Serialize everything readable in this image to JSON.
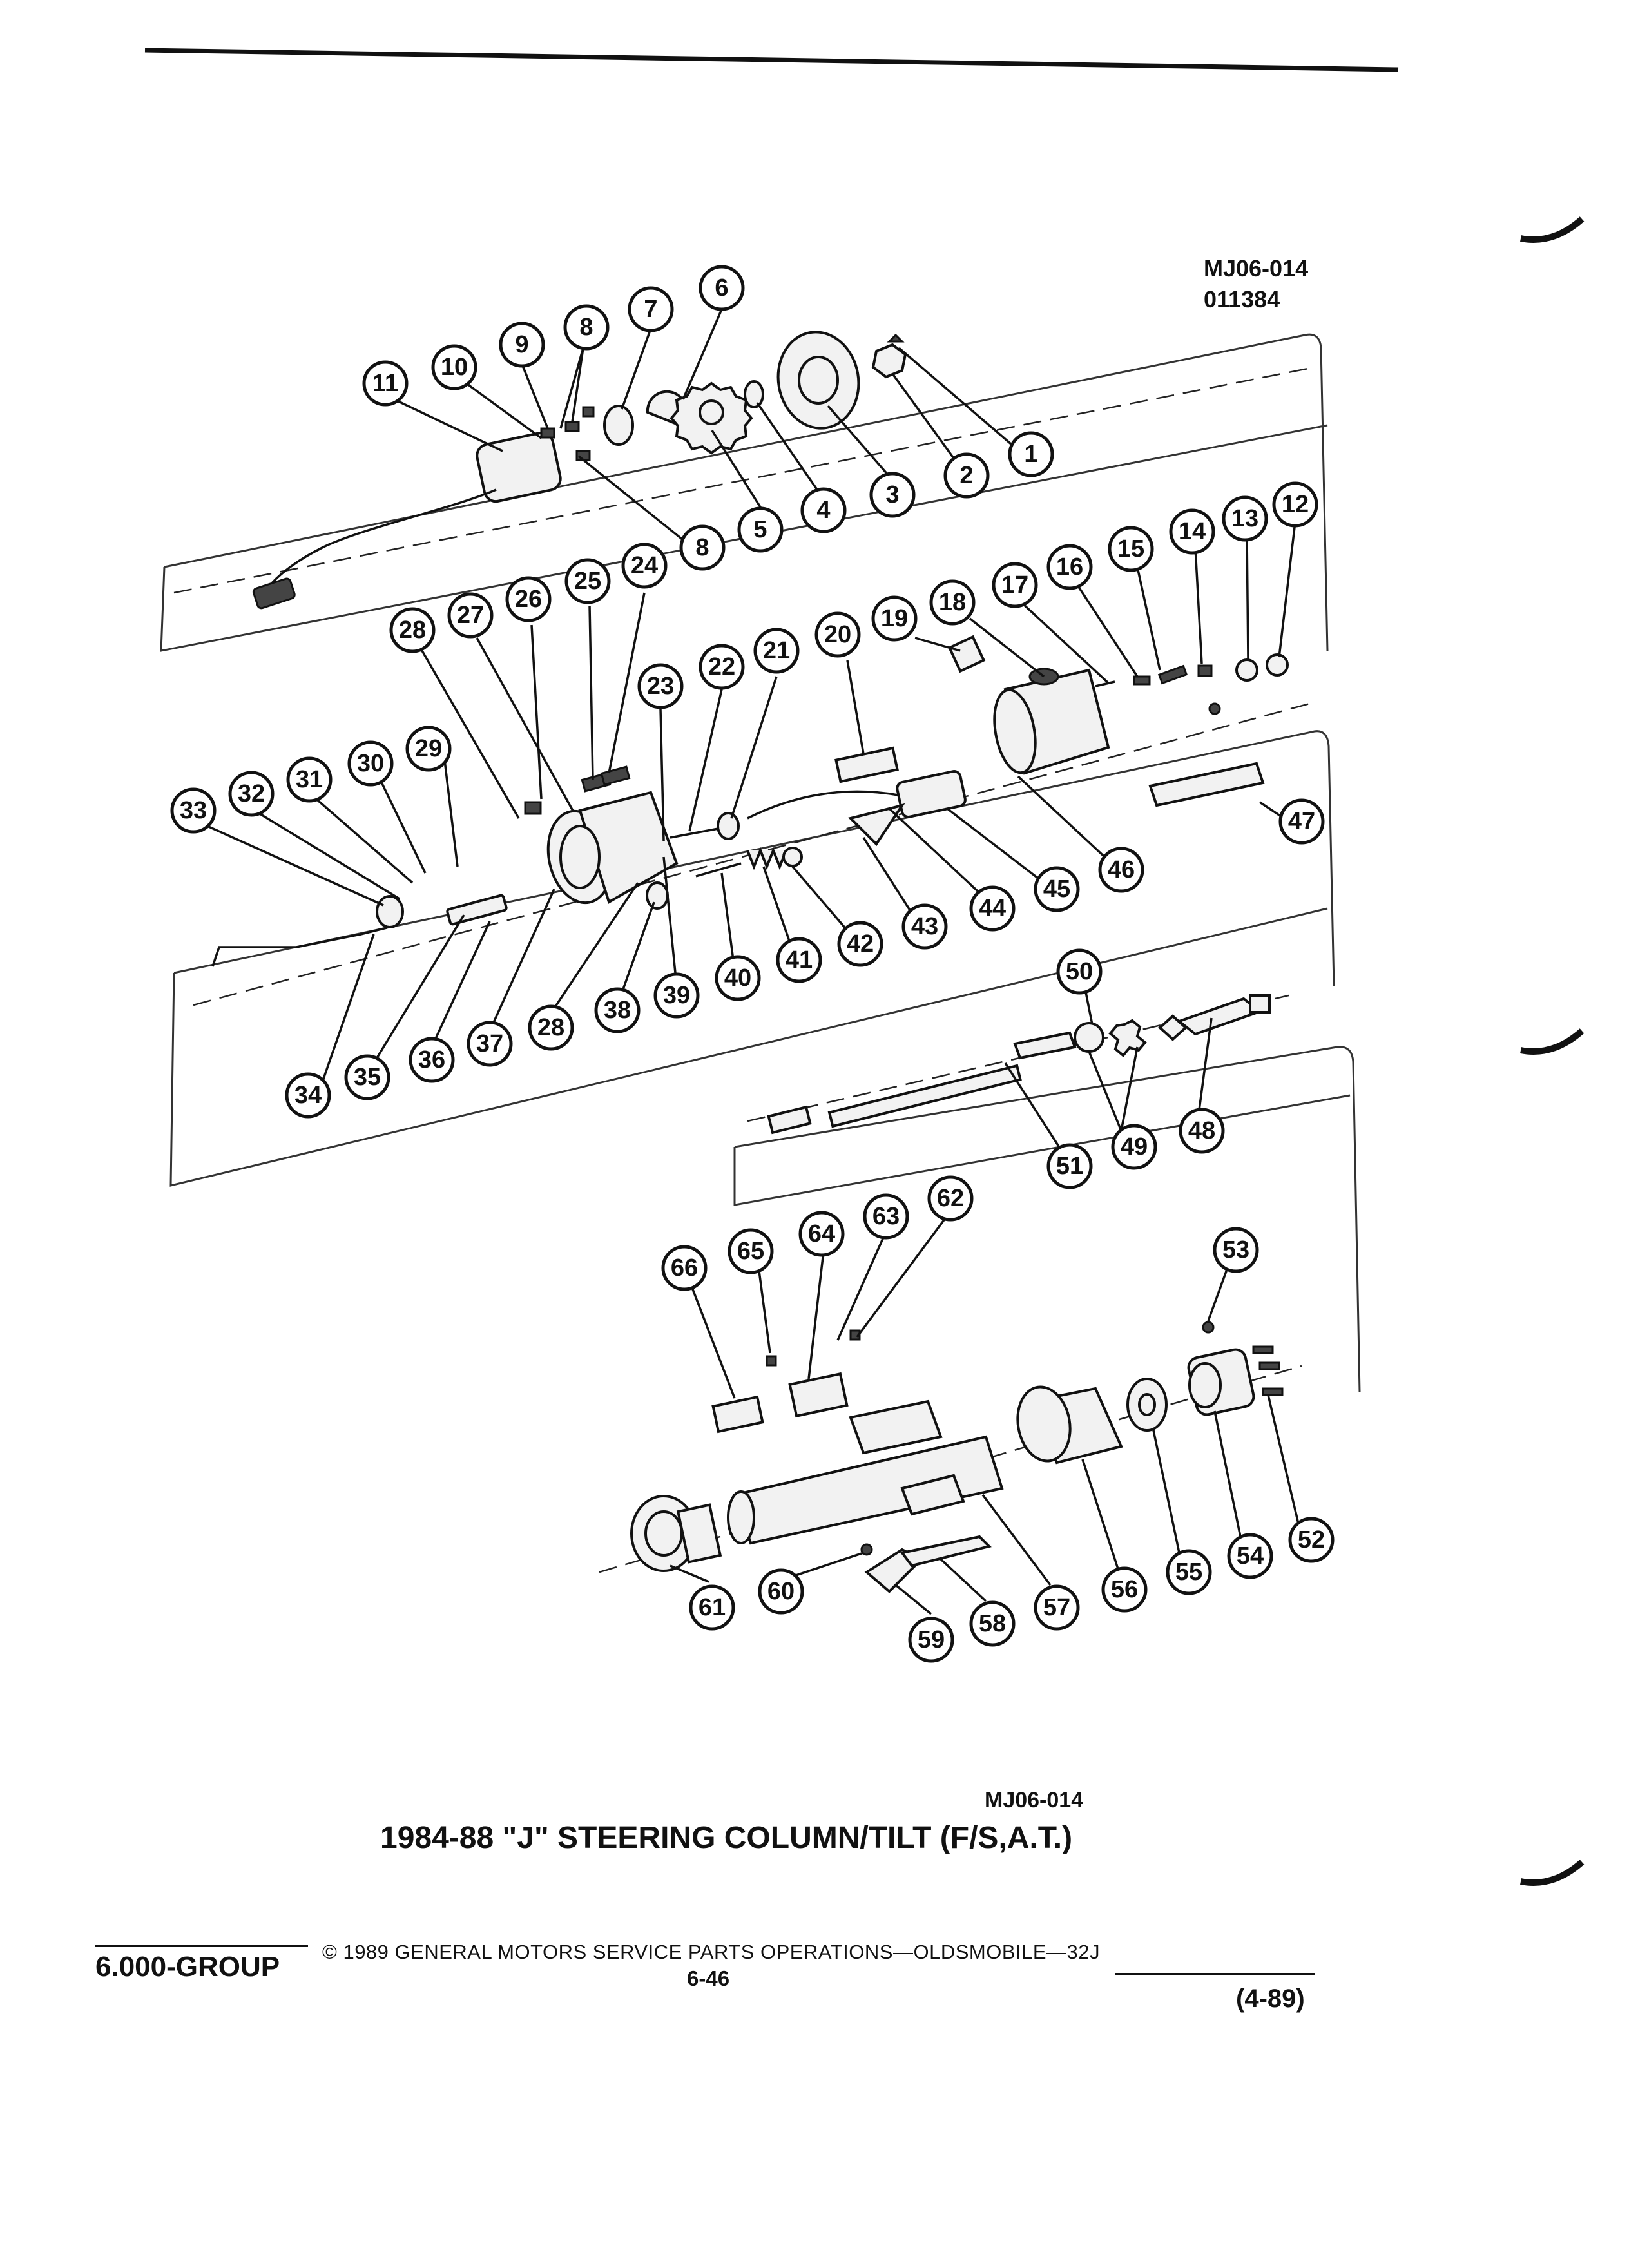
{
  "drawing_id": "MJ06-014",
  "drawing_date": "011384",
  "caption_code": "MJ06-014",
  "caption_title": "1984-88 \"J\" STEERING COLUMN/TILT (F/S,A.T.)",
  "footer": {
    "group": "6.000-GROUP",
    "copyright": "© 1989 GENERAL MOTORS SERVICE PARTS OPERATIONS—OLDSMOBILE—32J",
    "page": "6-46",
    "revision": "(4-89)"
  },
  "callouts": [
    "1",
    "2",
    "3",
    "4",
    "5",
    "6",
    "7",
    "8",
    "9",
    "10",
    "11",
    "12",
    "13",
    "14",
    "15",
    "16",
    "17",
    "18",
    "19",
    "20",
    "21",
    "22",
    "23",
    "24",
    "25",
    "26",
    "27",
    "28",
    "29",
    "30",
    "31",
    "32",
    "33",
    "34",
    "35",
    "36",
    "37",
    "38",
    "39",
    "40",
    "41",
    "42",
    "43",
    "44",
    "45",
    "46",
    "47",
    "48",
    "49",
    "50",
    "51",
    "52",
    "53",
    "54",
    "55",
    "56",
    "57",
    "58",
    "59",
    "60",
    "61",
    "62",
    "63",
    "64",
    "65",
    "66"
  ]
}
